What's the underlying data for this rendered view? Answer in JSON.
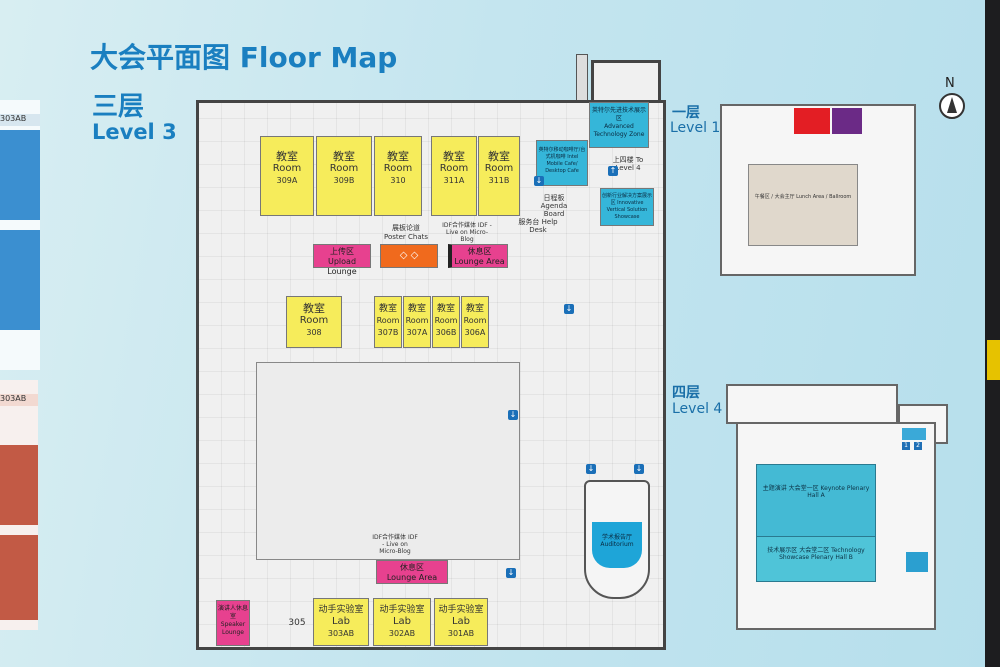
{
  "header": {
    "title": "大会平面图 Floor Map",
    "level3_cn": "三层",
    "level3_en": "Level 3",
    "level1_cn": "一层",
    "level1_en": "Level 1",
    "level4_cn": "四层",
    "level4_en": "Level 4",
    "compass": "N"
  },
  "side_cards": {
    "card1_header": "303AB",
    "card2_header": "303AB"
  },
  "level3": {
    "rooms_top": [
      {
        "cn": "教室",
        "en": "Room",
        "no": "309A"
      },
      {
        "cn": "教室",
        "en": "Room",
        "no": "309B"
      },
      {
        "cn": "教室",
        "en": "Room",
        "no": "310"
      },
      {
        "cn": "教室",
        "en": "Room",
        "no": "311A"
      },
      {
        "cn": "教室",
        "en": "Room",
        "no": "311B"
      }
    ],
    "rooms_mid": [
      {
        "cn": "教室",
        "en": "Room",
        "no": "308"
      },
      {
        "cn": "教室",
        "en": "Room",
        "no": "307B"
      },
      {
        "cn": "教室",
        "en": "Room",
        "no": "307A"
      },
      {
        "cn": "教室",
        "en": "Room",
        "no": "306B"
      },
      {
        "cn": "教室",
        "en": "Room",
        "no": "306A"
      }
    ],
    "labs": [
      {
        "cn": "动手实验室",
        "en": "Lab",
        "no": "303AB"
      },
      {
        "cn": "动手实验室",
        "en": "Lab",
        "no": "302AB"
      },
      {
        "cn": "动手实验室",
        "en": "Lab",
        "no": "301AB"
      }
    ],
    "room_305": "305",
    "speaker_lounge_cn": "演讲人休息室",
    "speaker_lounge_en": "Speaker Lounge",
    "upload_cn": "上传区",
    "upload_en": "Upload Lounge",
    "poster_cn": "展板论道",
    "poster_en": "Poster Chats",
    "idf_live": "IDF合作媒体 IDF - Live on Micro-Blog",
    "lounge_cn": "休息区",
    "lounge_en": "Lounge Area",
    "lounge2_cn": "休息区",
    "lounge2_en": "Lounge Area",
    "idf_live2": "IDF合作媒体 IDF - Live on Micro-Blog",
    "help_desk": "服务台 Help Desk",
    "agenda_board": "日程板 Agenda Board",
    "adv_tech_cn": "英特尔先进技术展示区",
    "adv_tech_en": "Advanced Technology Zone",
    "cafe": "英特尔移动咖啡厅/台式机咖啡 Intel Mobile Cafe/ Desktop Cafe",
    "to_level4": "上四楼 To Level 4",
    "innovative": "创新行业解决方案展示区 Innovative Vertical Solution Showcase",
    "auditorium": "学术报告厅 Auditorium"
  },
  "level1": {
    "hall_label": "午餐区 / 大会主厅 Lunch Area / Ballroom"
  },
  "level4": {
    "keynote": "主题演讲 大会堂一区 Keynote Plenary Hall A",
    "showcase": "技术展示区 大会堂二区 Technology Showcase Plenary Hall B",
    "tag1": "1",
    "tag2": "2"
  },
  "colors": {
    "title_blue": "#1a7fc0",
    "room_yellow": "#f6ec5b",
    "magenta": "#e7418f",
    "orange": "#f06a1d",
    "cyan": "#35b6d9"
  }
}
